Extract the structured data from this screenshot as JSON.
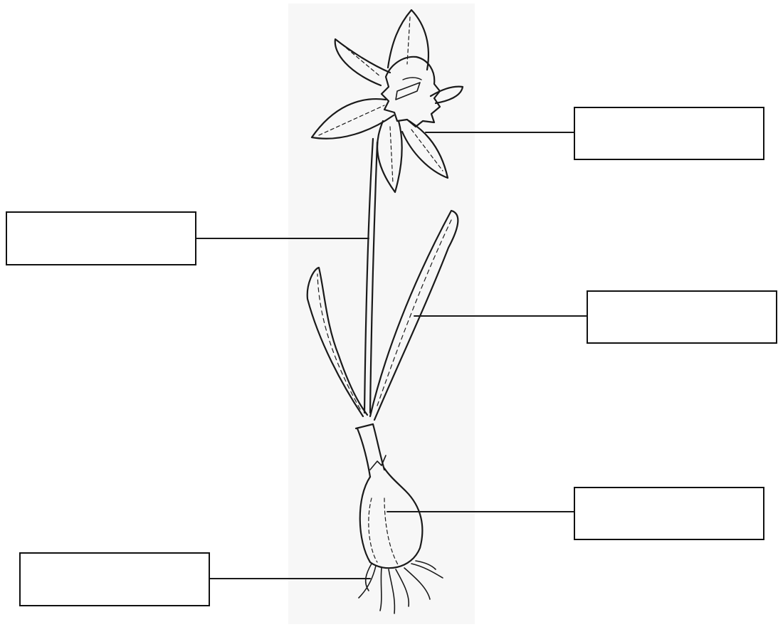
{
  "diagram": {
    "labels": [
      {
        "id": "flower",
        "text": ""
      },
      {
        "id": "stem",
        "text": ""
      },
      {
        "id": "leaf",
        "text": ""
      },
      {
        "id": "bulb",
        "text": ""
      },
      {
        "id": "roots",
        "text": ""
      }
    ]
  }
}
